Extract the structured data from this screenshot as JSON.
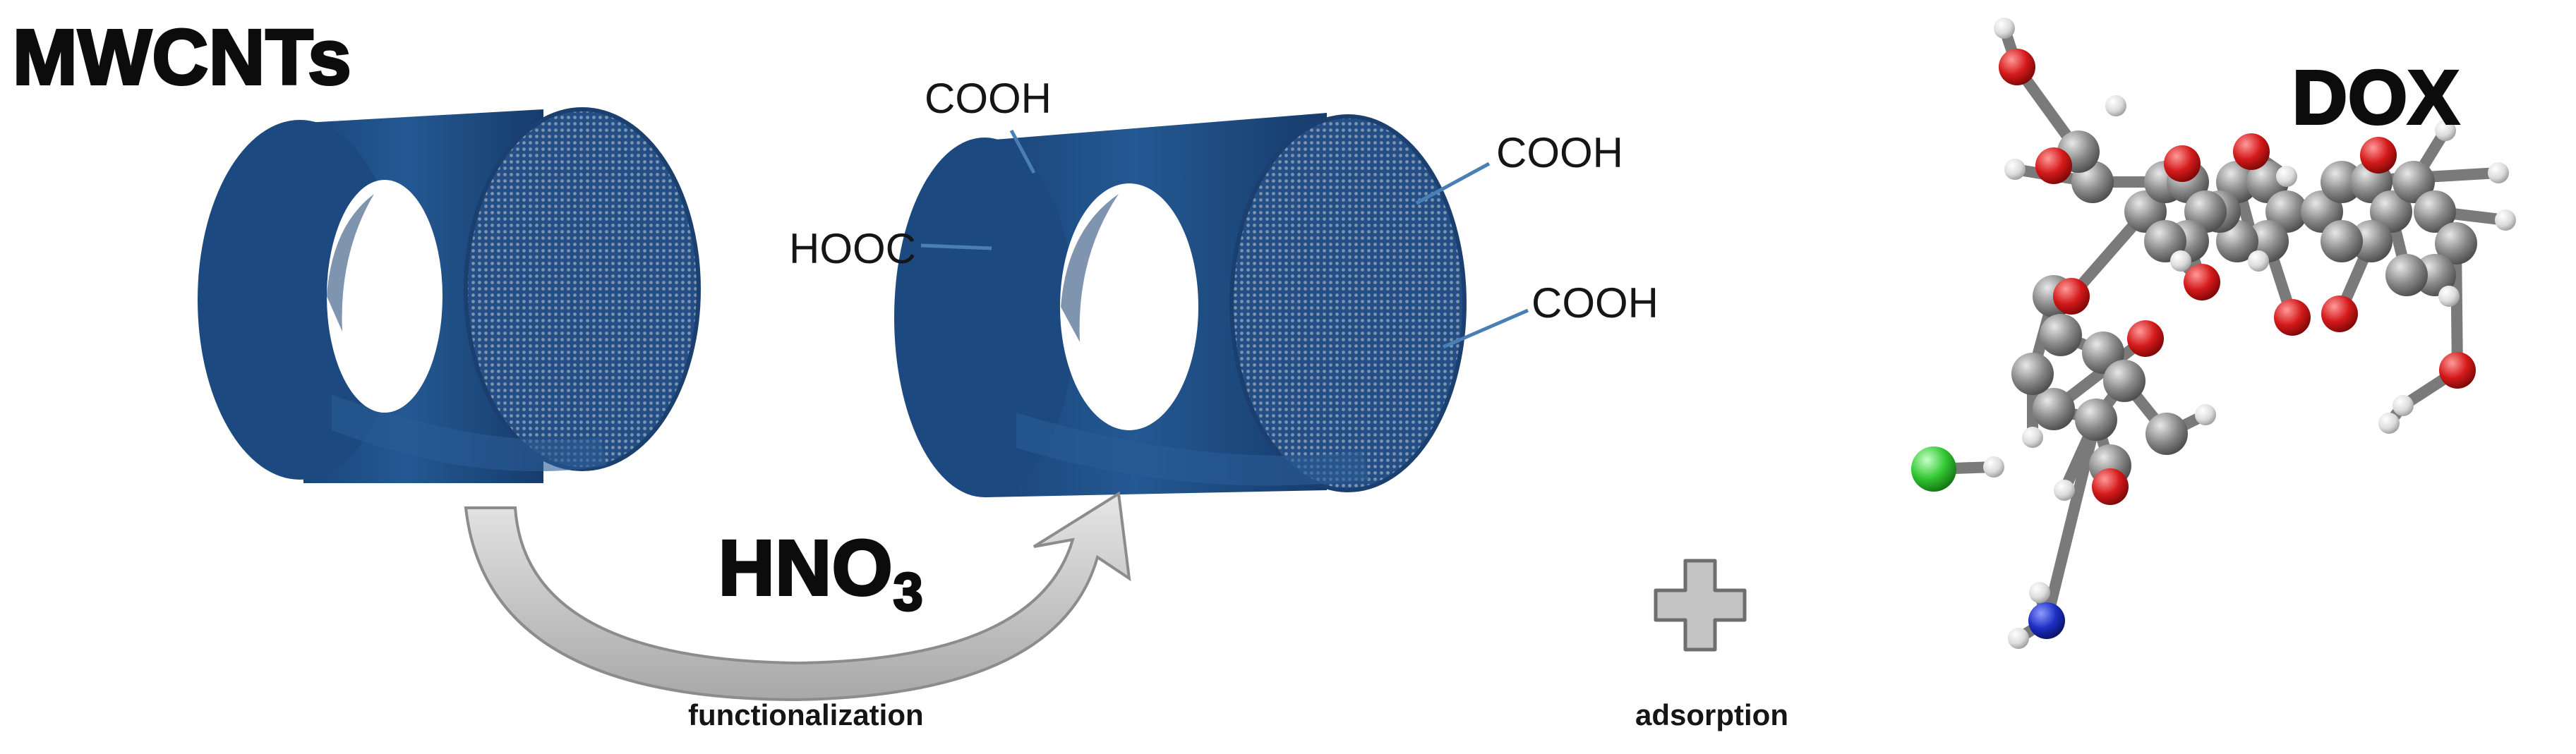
{
  "labels": {
    "mwcnts": "MWCNTs",
    "dox": "DOX",
    "hno3_main": "HNO",
    "hno3_sub": "3",
    "functionalization": "functionalization",
    "adsorption": "adsorption"
  },
  "groups": {
    "cooh_top": "COOH",
    "hooc_left": "HOOC",
    "cooh_right_1": "COOH",
    "cooh_right_2": "COOH"
  },
  "colors": {
    "nanotube": "#1f4e82",
    "carbon_atom": "#7d7d7d",
    "oxygen_atom": "#d01818",
    "hydrogen_atom": "#e6e6e6",
    "nitrogen_atom": "#1c2fc4",
    "chlorine_atom": "#32c832",
    "arrow": "#c8c8c8",
    "plus": "#c0c0c0"
  },
  "icons": {
    "plus": "plus-icon",
    "arrow": "curved-arrow-icon"
  }
}
